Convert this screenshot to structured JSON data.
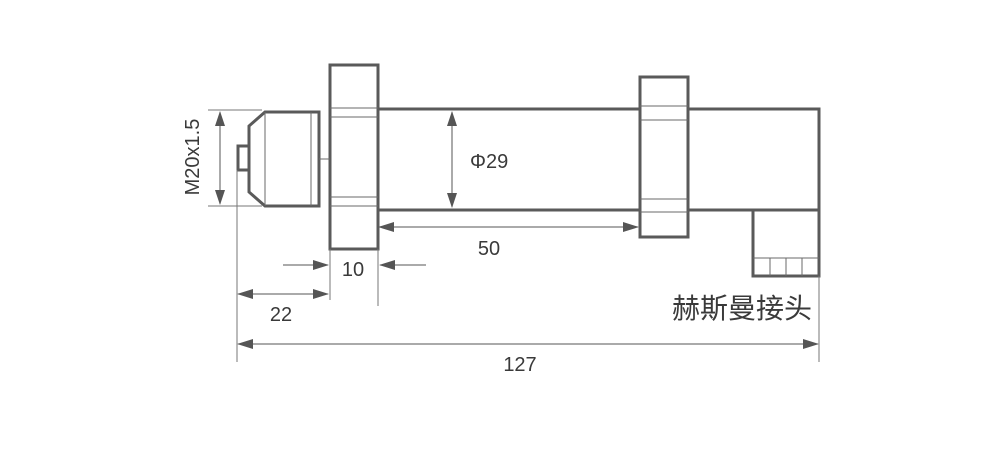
{
  "dimensions": {
    "thread": "M20x1.5",
    "body_diameter": "Φ29",
    "body_length": "50",
    "flange_width": "10",
    "thread_length": "22",
    "overall_length": "127"
  },
  "connector_label": "赫斯曼接头"
}
